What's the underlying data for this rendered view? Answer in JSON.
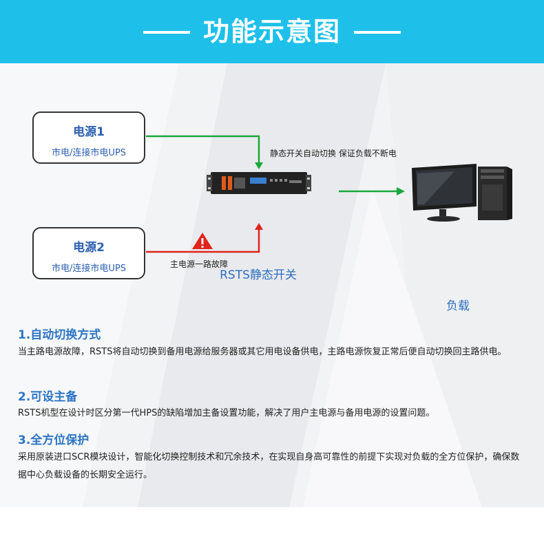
{
  "header": {
    "title": "功能示意图"
  },
  "diagram": {
    "source1": {
      "name": "电源1",
      "sub": "市电/连接市电UPS"
    },
    "source2": {
      "name": "电源2",
      "sub": "市电/连接市电UPS"
    },
    "switch_label": "RSTS静态开关",
    "load_label": "负载",
    "note_top": "静态开关自动切换 保证负载不断电",
    "note_fault": "主电源一路故障",
    "colors": {
      "normal_line": "#19a83a",
      "fault_line": "#e0231c",
      "accent": "#2b6fc0"
    }
  },
  "sections": [
    {
      "title": "1.自动切换方式",
      "text": "当主路电源故障，RSTS将自动切换到备用电源给服务器或其它用电设备供电，主路电源恢复正常后便自动切换回主路供电。"
    },
    {
      "title": "2.可设主备",
      "text": "RSTS机型在设计时区分第一代HPS的缺陷增加主备设置功能，解决了用户主电源与备用电源的设置问题。"
    },
    {
      "title": "3.全方位保护",
      "text": "采用原装进口SCR模块设计，智能化切换控制技术和冗余技术，在实现自身高可靠性的前提下实现对负载的全方位保护，确保数据中心负载设备的长期安全运行。"
    }
  ]
}
